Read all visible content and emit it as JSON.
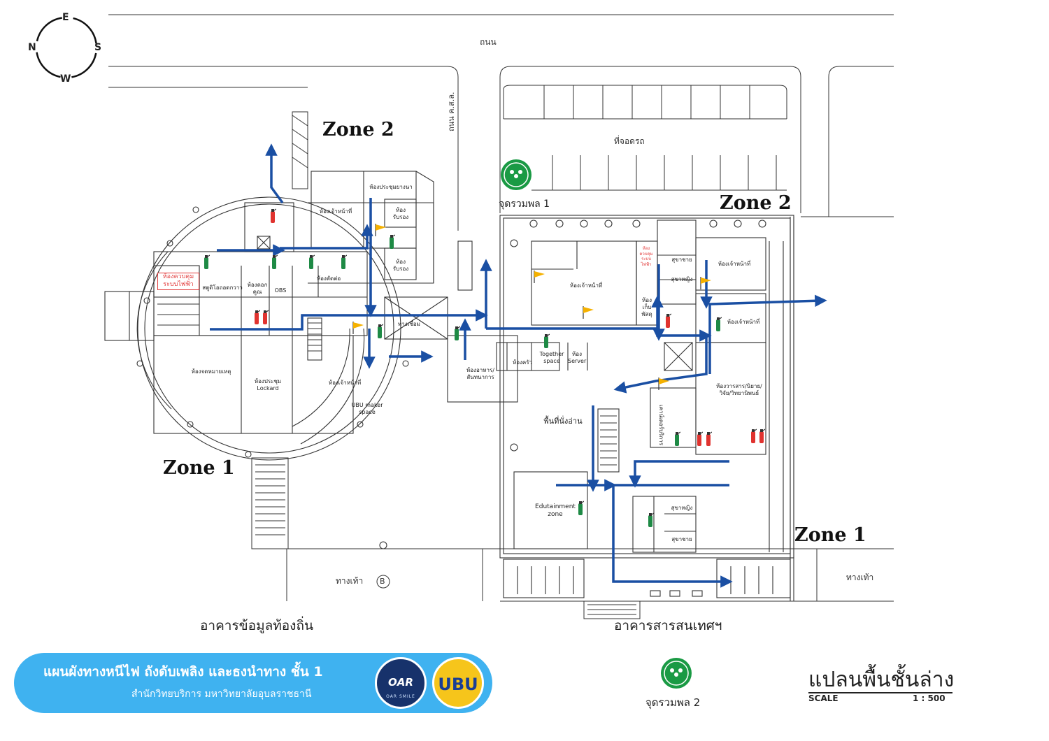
{
  "compass": {
    "north": "N",
    "east": "E",
    "south": "S",
    "west": "W"
  },
  "roads": {
    "road_top": "ถนน",
    "road_side": "ถนน ค.ส.ล.",
    "parking": "ที่จอดรถ",
    "walkway_left": "ทางเท้า",
    "walkway_right": "ทางเท้า",
    "walkway_marker": "B"
  },
  "zones": {
    "zone2_left": "Zone 2",
    "zone2_right": "Zone 2",
    "zone1_left": "Zone 1",
    "zone1_right": "Zone 1"
  },
  "assembly": {
    "point1_label": "จุดรวมพล 1",
    "point2_label": "จุดรวมพล 2",
    "icon_color": "#1a9a44"
  },
  "rooms": {
    "electric_control": "ห้องควบคุมระบบไฟฟ้า",
    "podcast_studio": "สตูดิโอถอดกวาว",
    "money_count": "ห้องดอกคูณ",
    "obs": "OBS",
    "editing": "ห้องตัดต่อ",
    "staff_left": "ห้องเจ้าหน้าที่",
    "meeting_yang": "ห้องประชุมยางนา",
    "reception1": "ห้องรับรอง",
    "reception2": "ห้องรับรอง",
    "connector": "ทางเชื่อม",
    "archive": "ห้องจดหมายเหตุ",
    "meeting_lockard": "ห้องประชุม Lockard",
    "staff_arc": "ห้องเจ้าหน้าที่",
    "maker_space": "UBU maker space",
    "food_recreation": "ห้องอาหาร/สันทนาการ",
    "kitchen": "ห้องครัว",
    "together_space": "Together space",
    "server_room": "ห้อง Server",
    "staff_main": "ห้องเจ้าหน้าที่",
    "electric_small": "ห้องควบคุมระบบไฟฟ้า",
    "storage": "ห้องเก็บพัสดุ",
    "toilet_male_top": "สุขาชาย",
    "toilet_female_top": "สุขาหญิง",
    "staff_right_top": "ห้องเจ้าหน้าที่",
    "staff_right_mid": "ห้องเจ้าหน้าที่",
    "journal_room": "ห้องวารสาร/นิยาย/วิจัย/วิทยานิพนธ์",
    "service_counter": "เคาน์เตอร์บริการ",
    "reading_area": "พื้นที่นั่งอ่าน",
    "edutainment": "Edutainment zone",
    "toilet_female_bottom": "สุขาหญิง",
    "toilet_male_bottom": "สุขาชาย"
  },
  "buildings": {
    "left": "อาคารข้อมูลท้องถิ่น",
    "right": "อาคารสารสนเทศฯ"
  },
  "banner": {
    "title": "แผนผังทางหนีไฟ ถังดับเพลิง และธงนำทาง ชั้น 1",
    "subtitle": "สำนักวิทยบริการ มหาวิทยาลัยอุบลราชธานี",
    "logo_oar_text": "OAR",
    "logo_oar_caption": "OAR SMILE",
    "logo_ubu_text": "UBU",
    "bg_color": "#3fb2f0"
  },
  "plan_title": "แปลนพื้นชั้นล่าง",
  "scale": {
    "label": "SCALE",
    "value": "1 : 500"
  },
  "legend_colors": {
    "exit_route": "#1a4fa3",
    "extinguisher_co2": "#1e8a45",
    "extinguisher_powder": "#e0332f",
    "flag": "#f5b100"
  }
}
